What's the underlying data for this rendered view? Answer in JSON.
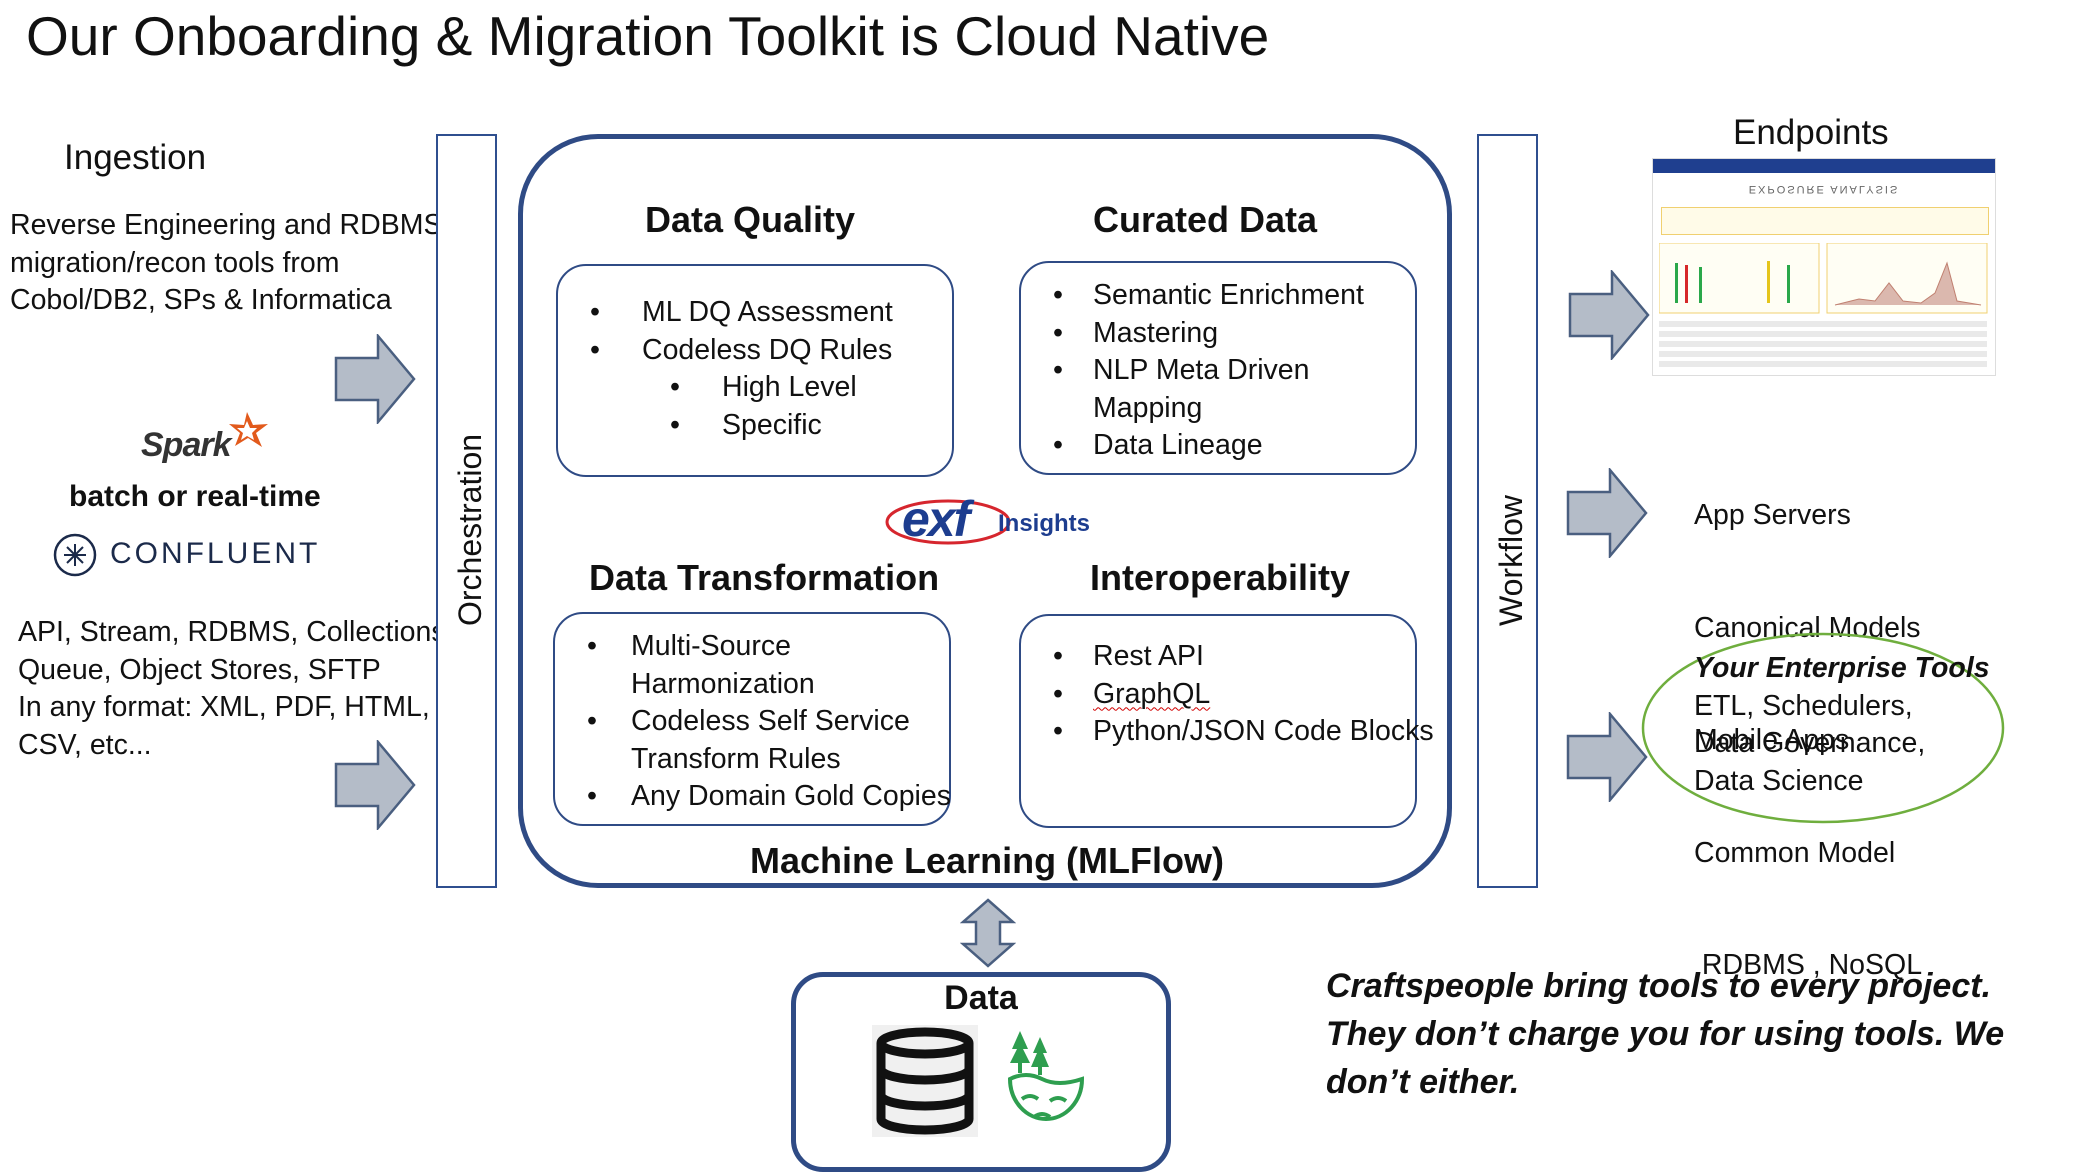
{
  "title": "Our Onboarding & Migration Toolkit is Cloud Native",
  "ingestion": {
    "heading": "Ingestion",
    "text_lines": [
      "Reverse Engineering and RDBMS",
      "migration/recon tools from",
      "Cobol/DB2, SPs & Informatica"
    ],
    "spark_logo": "Spark",
    "mode": "batch or real-time",
    "confluent_logo": "CONFLUENT",
    "sources_lines": [
      "API, Stream, RDBMS, Collections,",
      "Queue, Object Stores, SFTP",
      "In any format: XML, PDF, HTML,",
      "CSV, etc..."
    ]
  },
  "orchestration_label": "Orchestration",
  "workflow_label": "Workflow",
  "data_quality": {
    "heading": "Data Quality",
    "items": [
      "ML DQ Assessment",
      "Codeless DQ Rules"
    ],
    "subitems": [
      "High Level",
      "Specific"
    ]
  },
  "curated_data": {
    "heading": "Curated Data",
    "items": [
      "Semantic Enrichment",
      "Mastering",
      "NLP Meta Driven",
      "Mapping",
      "Data Lineage"
    ]
  },
  "logo": {
    "mark": "exf",
    "word": "Insights"
  },
  "data_transformation": {
    "heading": "Data Transformation",
    "items": [
      "Multi-Source",
      "Harmonization",
      "Codeless Self Service",
      "Transform Rules",
      "Any Domain Gold Copies"
    ]
  },
  "interoperability": {
    "heading": "Interoperability",
    "items": [
      "Rest API",
      "GraphQL",
      "Python/JSON Code Blocks"
    ]
  },
  "ml_footer": "Machine Learning (MLFlow)",
  "data_box": {
    "heading": "Data",
    "icons": [
      "database-icon",
      "data-lake-icon"
    ]
  },
  "endpoints": {
    "heading": "Endpoints",
    "dashboard_title": "EXPOSURE ANALYSIS",
    "list_lines": [
      "App Servers",
      "Canonical Models",
      "Mobile Apps",
      "Common Model",
      " RDBMS , NoSQL"
    ],
    "enterprise_title": "Your Enterprise Tools",
    "enterprise_lines": [
      "ETL, Schedulers,",
      "Data Governance,",
      "Data Science"
    ]
  },
  "tagline_lines": [
    "Craftspeople bring tools to every project.",
    "They don’t charge you for using tools. We",
    "don’t either."
  ],
  "colors": {
    "navy": "#2f4b85",
    "arrow_fill": "#b4bcc8",
    "arrow_stroke": "#4a5f80",
    "ellipse": "#6fae3e",
    "logo_red": "#d6262e",
    "logo_blue": "#1d3d8f",
    "spark_orange": "#e25a1c"
  }
}
